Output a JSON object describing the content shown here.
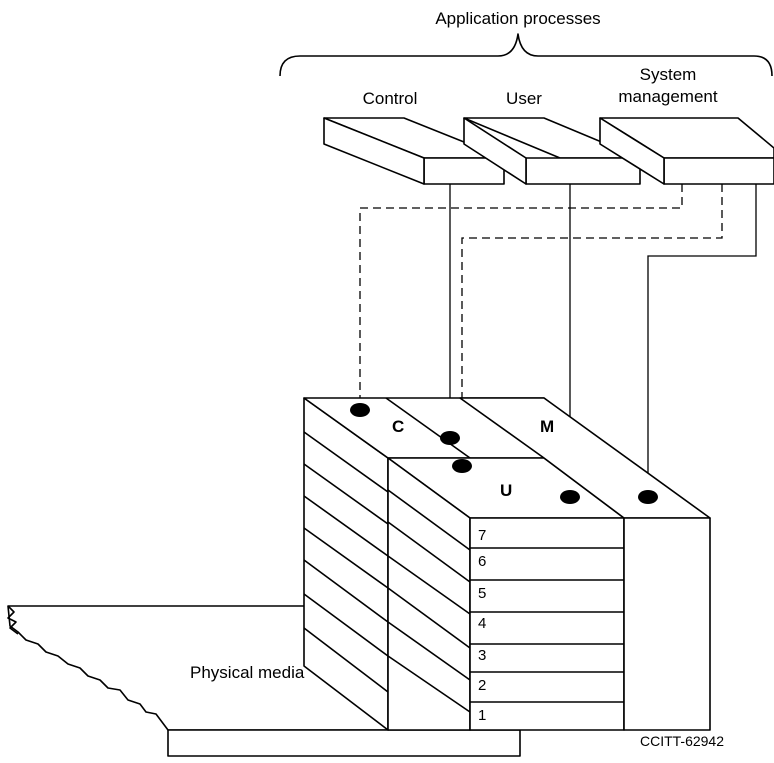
{
  "header": {
    "title": "Application processes"
  },
  "processes": {
    "control": "Control",
    "user": "User",
    "system_line1": "System",
    "system_line2": "management"
  },
  "planes": {
    "control": "C",
    "user": "U",
    "management": "M"
  },
  "layers": [
    "7",
    "6",
    "5",
    "4",
    "3",
    "2",
    "1"
  ],
  "physical_media": "Physical media",
  "figure_ref": "CCITT-62942"
}
